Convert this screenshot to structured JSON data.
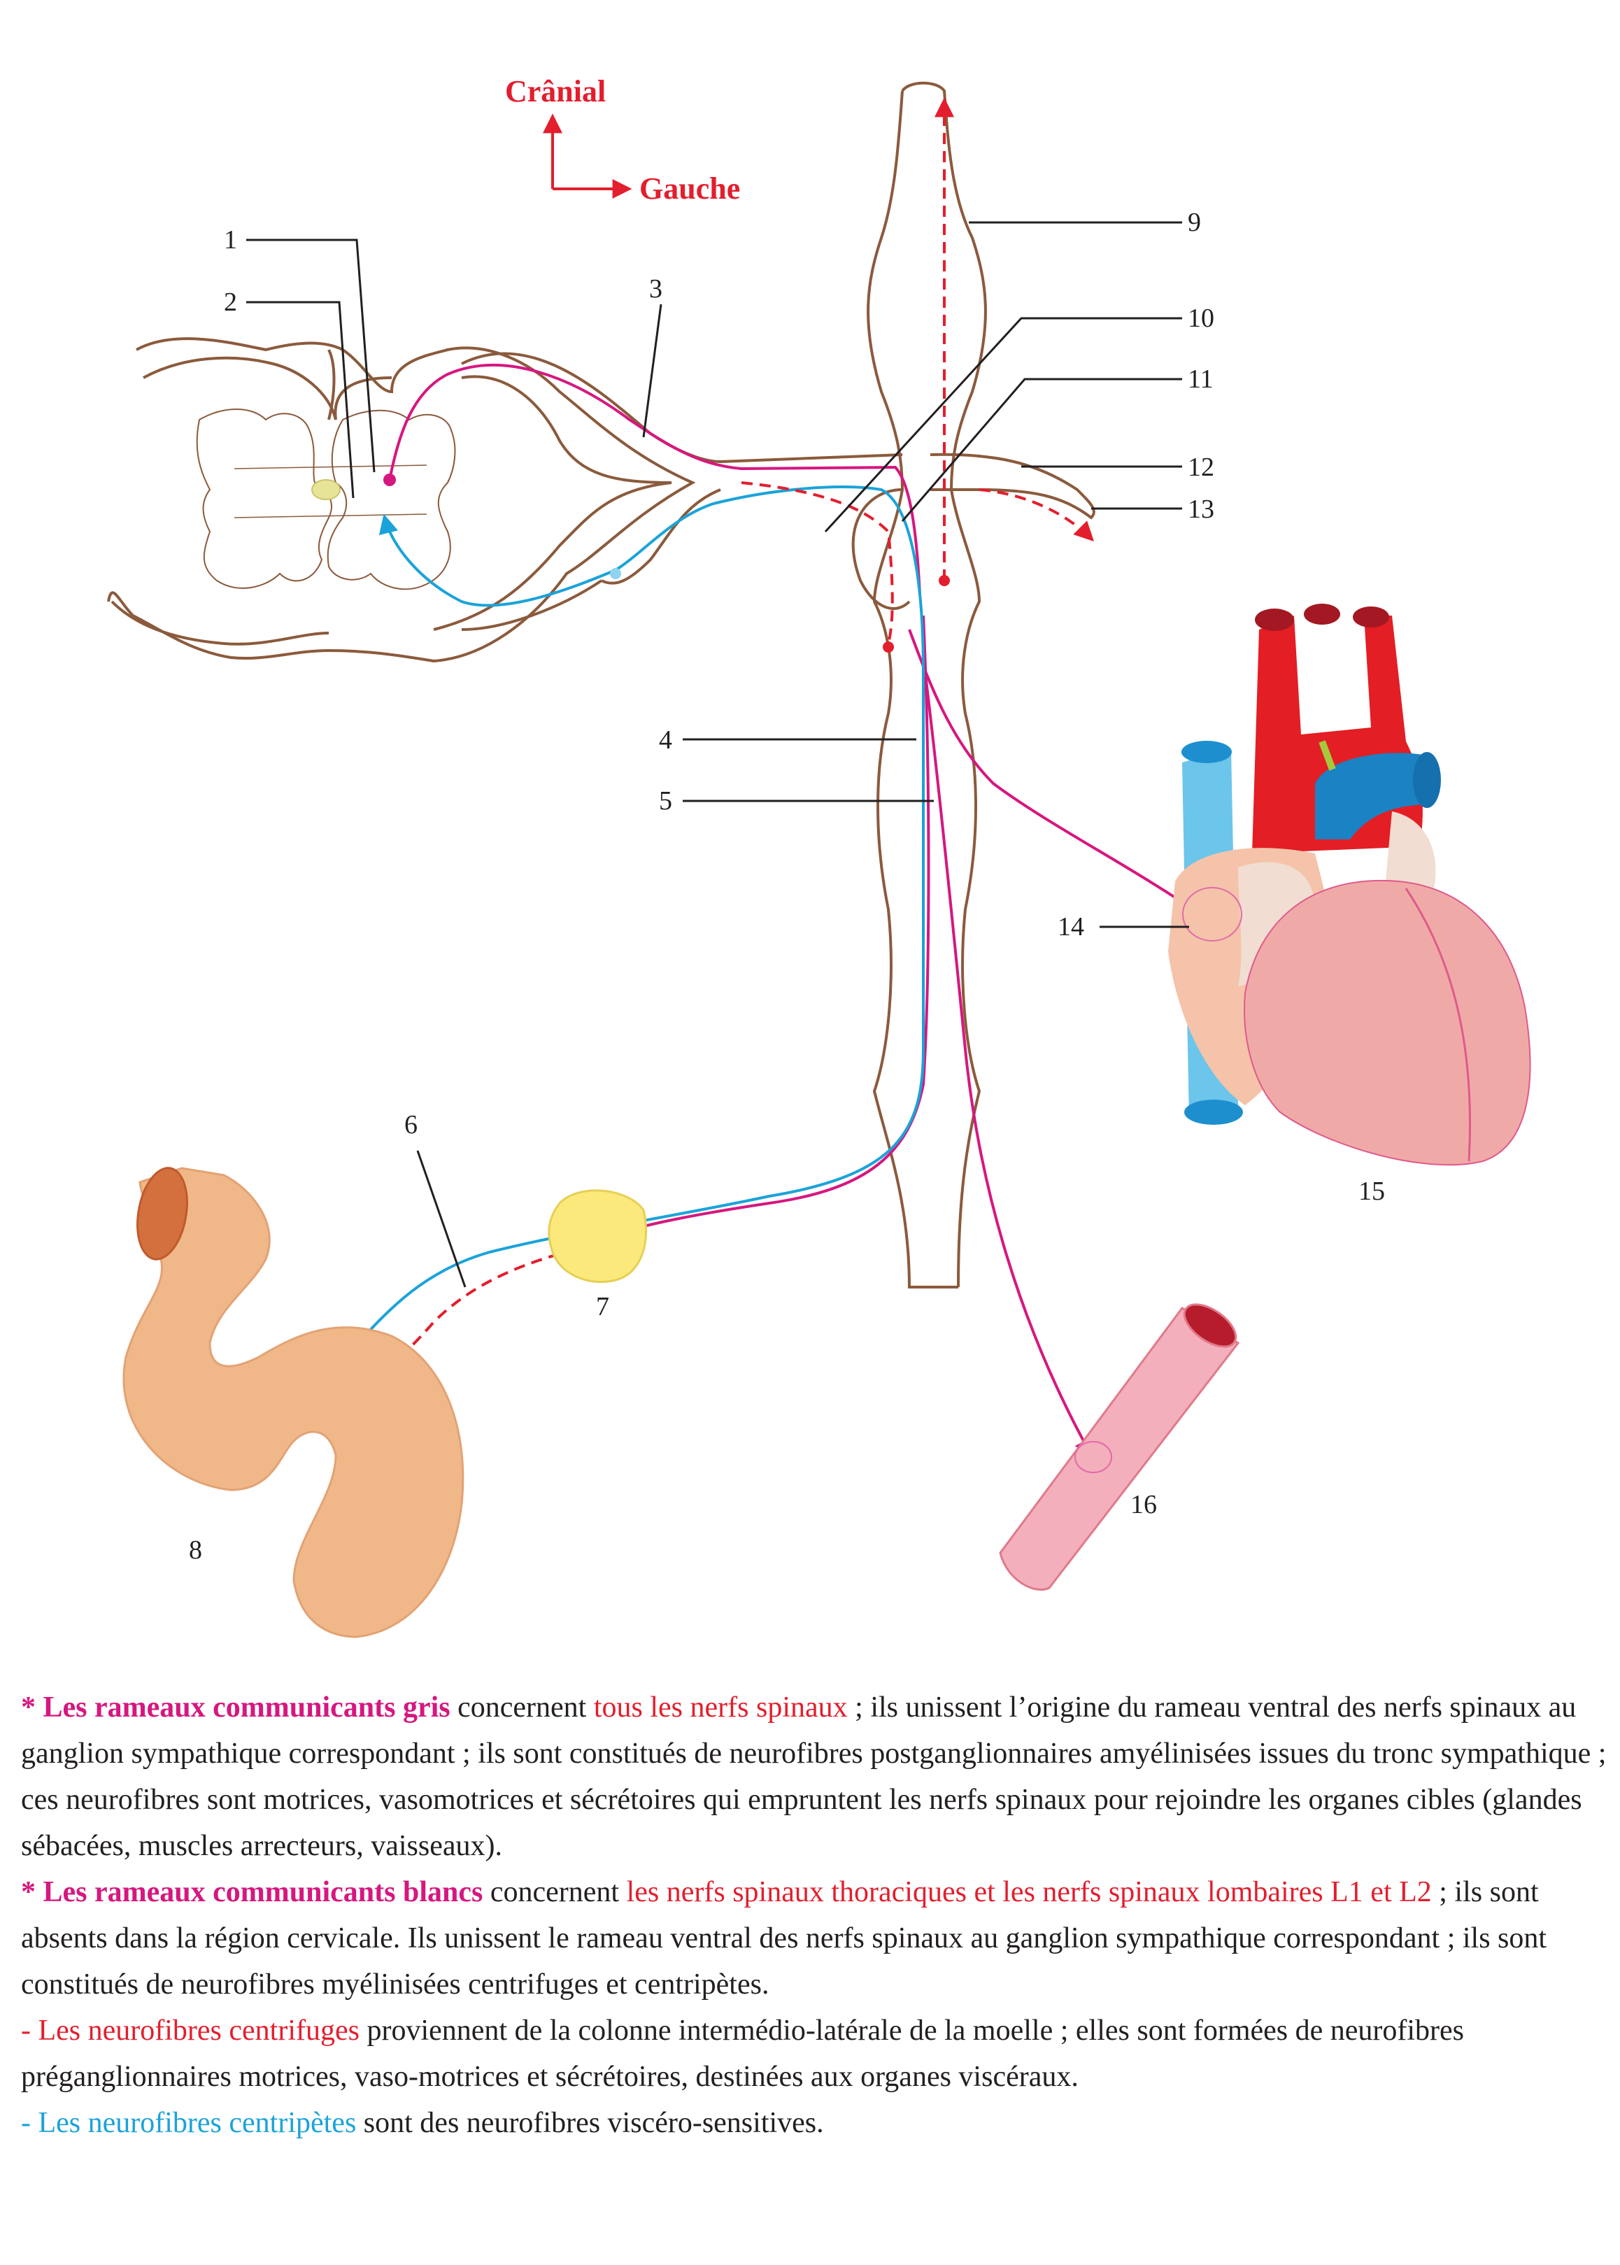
{
  "orientation": {
    "cranial": "Crânial",
    "left": "Gauche"
  },
  "labels": {
    "l1": "1",
    "l2": "2",
    "l3": "3",
    "l4": "4",
    "l5": "5",
    "l6": "6",
    "l7": "7",
    "l8": "8",
    "l9": "9",
    "l10": "10",
    "l11": "11",
    "l12": "12",
    "l13": "13",
    "l14": "14",
    "l15": "15",
    "l16": "16"
  },
  "caption": {
    "p1": {
      "star": "* ",
      "title": "Les rameaux communicants gris",
      "t1": " concernent ",
      "hl": "tous les nerfs spinaux",
      "t2": " ; ils unissent l’origine du rameau ventral des nerfs spinaux au ganglion sympathique correspondant ; ils sont constitués de neurofibres postganglionnaires amyélinisées issues du tronc sympathique ; ces neurofibres sont motrices, vasomotrices et sécrétoires qui empruntent les nerfs spinaux pour rejoindre les organes cibles (glandes sébacées, muscles arrecteurs, vaisseaux)."
    },
    "p2": {
      "star": "* ",
      "title": "Les rameaux communicants blancs",
      "t1": " concernent ",
      "hl": "les nerfs spinaux thoraciques et les nerfs spinaux lombaires L1 et L2",
      "t2": " ; ils sont absents dans la région cervicale. Ils unissent le rameau ventral des nerfs spinaux au ganglion sympathique correspondant ; ils sont constitués de neurofibres myélinisées centrifuges et centripètes."
    },
    "p3": {
      "hl": "- Les neurofibres centrifuges",
      "t": " proviennent de la colonne intermédio-latérale de la moelle ; elles sont formées de neurofibres préganglionnaires motrices, vaso-motrices et sécrétoires, destinées aux organes viscéraux."
    },
    "p4": {
      "hl": "- Les neurofibres centripètes",
      "t": " sont des neurofibres viscéro-sensitives."
    }
  },
  "colors": {
    "gray_ramus": "#d6177f",
    "efferent": "#e31e2d",
    "afferent": "#1ba3d9",
    "outline": "#8b5a3c"
  }
}
